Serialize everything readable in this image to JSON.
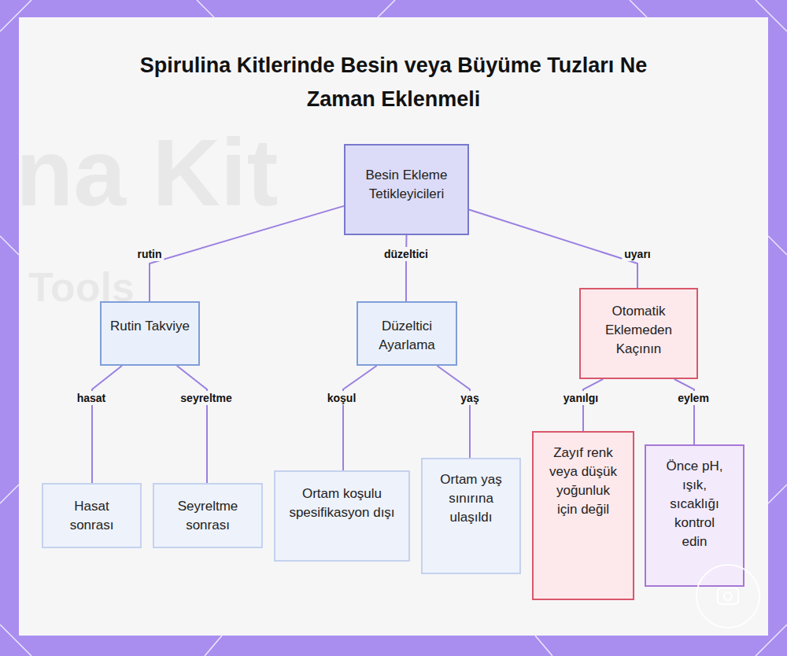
{
  "diagram": {
    "title": "Spirulina Kitlerinde Besin veya Büyüme Tuzları Ne Zaman Eklenmeli",
    "nodes": [
      {
        "text": [
          "Besin Ekleme Tetikleyicileri"
        ]
      },
      {
        "text": [
          "Rutin Takviye"
        ]
      },
      {
        "text": [
          "Düzeltici Ayarlama"
        ]
      },
      {
        "text": [
          "Otomatik Eklemeden Kaçının"
        ]
      },
      {
        "text": [
          "Hasat sonrası"
        ]
      },
      {
        "text": [
          "Seyreltme sonrası"
        ]
      },
      {
        "text": [
          "Ortam koşulu spesifikasyon dışı"
        ]
      },
      {
        "text": [
          "Ortam yaş sınırına ulaşıldı"
        ]
      },
      {
        "text": [
          "Zayıf renk veya düşük yoğunluk için değil"
        ]
      },
      {
        "text": [
          "Önce pH, ışık, sıcaklığı kontrol edin"
        ]
      }
    ],
    "edges": [
      {
        "from": 0,
        "to": 1,
        "label": "rutin",
        "arrow": "none"
      },
      {
        "from": 0,
        "to": 2,
        "label": "düzeltici",
        "arrow": "none"
      },
      {
        "from": 0,
        "to": 3,
        "label": "uyarı",
        "arrow": "none"
      },
      {
        "from": 1,
        "to": 4,
        "label": "hasat",
        "arrow": "none"
      },
      {
        "from": 1,
        "to": 5,
        "label": "seyreltme",
        "arrow": "none"
      },
      {
        "from": 2,
        "to": 6,
        "label": "koşul",
        "arrow": "none"
      },
      {
        "from": 2,
        "to": 7,
        "label": "yaş",
        "arrow": "none"
      },
      {
        "from": 3,
        "to": 8,
        "label": "yanılgı",
        "arrow": "none"
      },
      {
        "from": 3,
        "to": 9,
        "label": "eylem",
        "arrow": "none"
      }
    ],
    "labels": [
      "na Kit",
      "Tools"
    ]
  }
}
